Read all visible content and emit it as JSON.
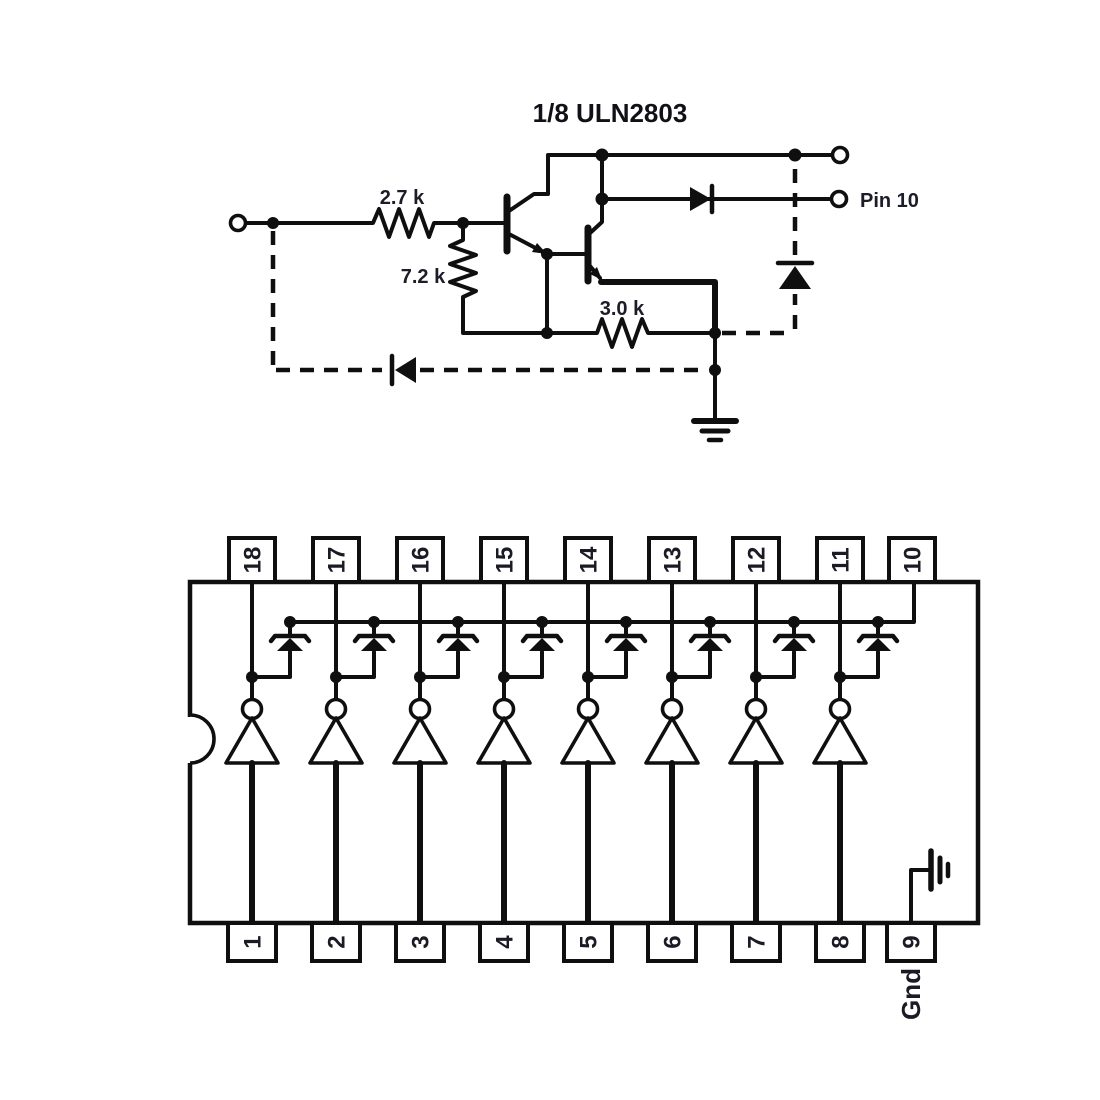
{
  "schematic": {
    "title": "1/8 ULN2803",
    "r1_label": "2.7 k",
    "r2_label": "7.2 k",
    "r3_label": "3.0 k",
    "output_label": "Pin 10"
  },
  "ic": {
    "top_pins": [
      "18",
      "17",
      "16",
      "15",
      "14",
      "13",
      "12",
      "11",
      "10"
    ],
    "bottom_pins": [
      "1",
      "2",
      "3",
      "4",
      "5",
      "6",
      "7",
      "8",
      "9"
    ],
    "ground_label": "Gnd",
    "driver_count": 8
  },
  "colors": {
    "ink": "#0f0f0f",
    "label_ink": "#1d1d29",
    "background": "#ffffff"
  }
}
